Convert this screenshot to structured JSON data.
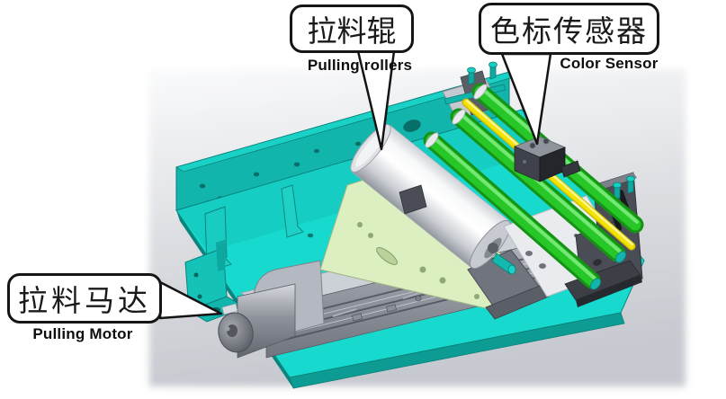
{
  "figure": {
    "type": "annotated-cad-diagram",
    "callouts": {
      "rollers": {
        "zh": "拉料辊",
        "en": "Pulling rollers"
      },
      "sensor": {
        "zh": "色标传感器",
        "en": "Color Sensor"
      },
      "motor": {
        "zh": "拉料马达",
        "en": "Pulling Motor"
      }
    },
    "colors": {
      "base_teal": "#17d7cb",
      "roller_green": "#1fc41f",
      "guide_rod_yellow": "#eedd00",
      "mount_plate_green": "#dcefc0",
      "metal_gray": "#9aa0a8",
      "sensor_dark": "#33363c",
      "background_gray": "#d2d5da"
    }
  }
}
